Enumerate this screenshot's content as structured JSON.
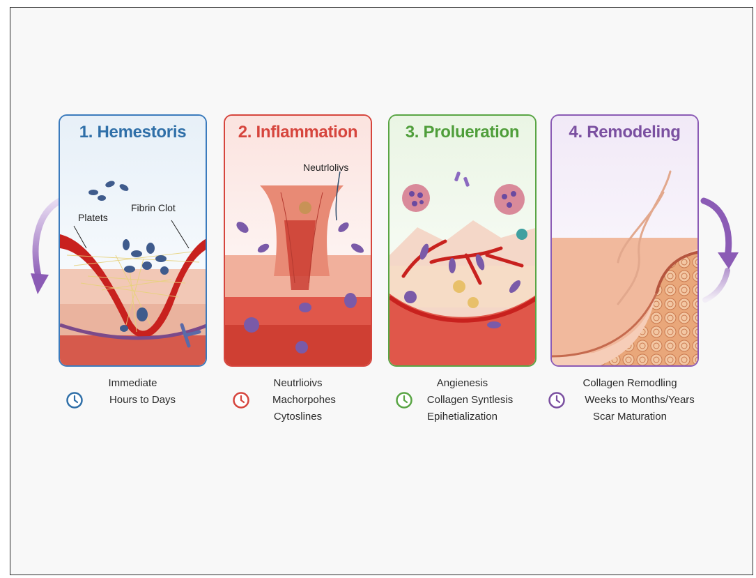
{
  "colors": {
    "hemostasis": "#2f6fa8",
    "inflammation": "#d6453d",
    "proliferation": "#4f9e3a",
    "remodeling": "#7a4fa0"
  },
  "stages": [
    {
      "title": "1. Hemestoris",
      "labels": [
        "Platets",
        "Fibrin Clot"
      ],
      "captions": [
        "Immediate",
        "Hours to Days"
      ],
      "icon": "clock-icon"
    },
    {
      "title": "2. Inflammation",
      "labels": [
        "Neutrlolivs"
      ],
      "captions": [
        "Neutrlioivs",
        "Machorpohes",
        "Cytoslines"
      ],
      "icon": "clock-icon"
    },
    {
      "title": "3. Proluеration",
      "labels": [],
      "captions": [
        "Angiеnesis",
        "Collagen Syntlesis",
        "Epihetialization"
      ],
      "icon": "clock-icon"
    },
    {
      "title": "4. Remodeling",
      "labels": [],
      "captions": [
        "Collagen Remodling",
        "Weeks to Months/Years",
        "Scar Maturation"
      ],
      "icon": "clock-icon"
    }
  ]
}
